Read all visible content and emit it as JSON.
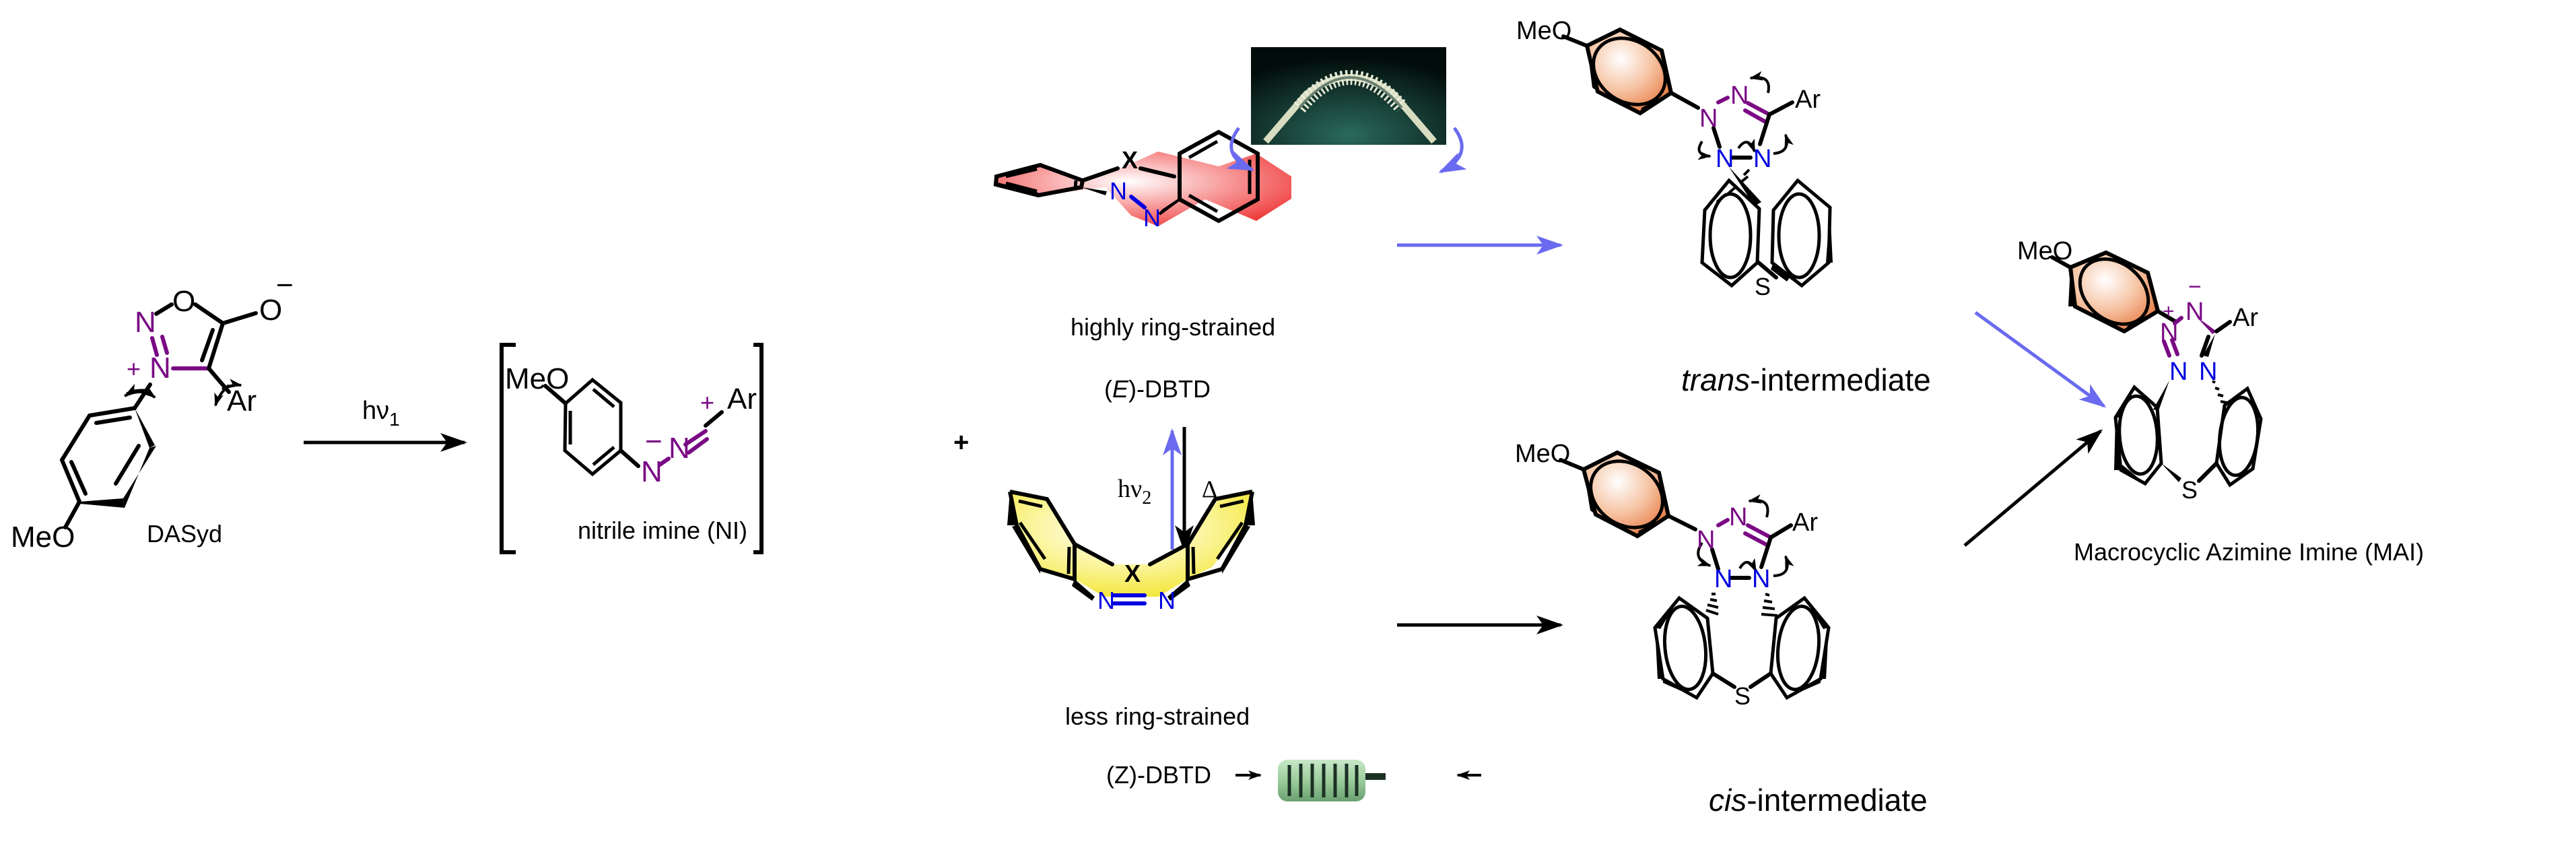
{
  "colors": {
    "purple_atoms": "#7a0a84",
    "blue_atoms": "#0000e0",
    "blue_arrow": "#6a6af0",
    "e_isomer_fill": "#f04040",
    "z_isomer_fill": "#f2e840",
    "aryl_fill": "#e8804a"
  },
  "dasyd": {
    "atoms": {
      "O_ring": "O",
      "O_exo": "O",
      "charge_neg": "−",
      "N1": "N",
      "N2": "N",
      "charge_pos": "+",
      "Ar": "Ar",
      "MeO": "MeO"
    },
    "label": "DASyd"
  },
  "step1": {
    "label_main": "hν",
    "label_sub": "1"
  },
  "nitrile_imine": {
    "atoms": {
      "MeO": "MeO",
      "N_minus": "N",
      "charge_neg": "−",
      "N": "N",
      "charge_pos": "+",
      "Ar": "Ar"
    },
    "label": "nitrile imine (NI)"
  },
  "plus_sign": "+",
  "e_dbtd": {
    "atoms": {
      "X": "X",
      "N1": "N",
      "N2": "N"
    },
    "line1": "highly ring-strained",
    "line2_prefix": "(",
    "line2_italic": "E",
    "line2_suffix": ")-DBTD"
  },
  "isomerization": {
    "up_label_main": "hν",
    "up_label_sub": "2",
    "down_label": "Δ"
  },
  "z_dbtd": {
    "atoms": {
      "X": "X",
      "N1": "N",
      "N2": "N"
    },
    "line1": "less ring-strained",
    "line2": "(Z)-DBTD"
  },
  "trans_intermediate": {
    "atoms": {
      "MeO": "MeO",
      "N1": "N",
      "N2": "N",
      "N3": "N",
      "N4": "N",
      "Ar": "Ar",
      "S": "S"
    },
    "label_italic": "trans",
    "label_rest": "-intermediate"
  },
  "cis_intermediate": {
    "atoms": {
      "MeO": "MeO",
      "N1": "N",
      "N2": "N",
      "N3": "N",
      "N4": "N",
      "Ar": "Ar",
      "S": "S"
    },
    "label_italic": "cis",
    "label_rest": "-intermediate"
  },
  "mai": {
    "atoms": {
      "MeO": "MeO",
      "N_plus": "N",
      "charge_pos": "+",
      "N_minus": "N",
      "charge_neg": "−",
      "N3": "N",
      "N4": "N",
      "Ar": "Ar",
      "S": "S"
    },
    "label": "Macrocyclic Azimine Imine (MAI)"
  }
}
